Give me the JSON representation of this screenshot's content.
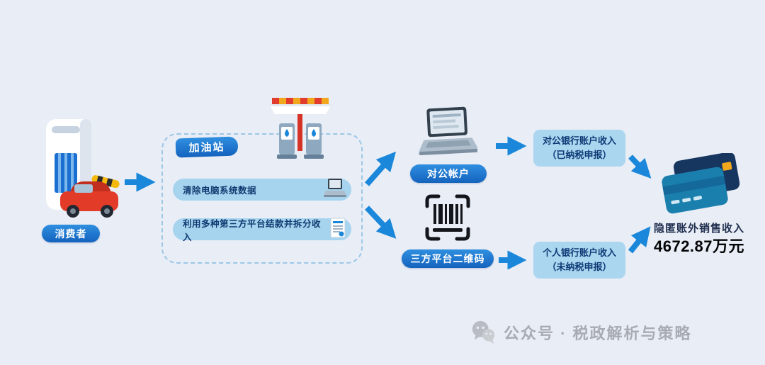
{
  "colors": {
    "background": "#e8edf6",
    "arrow": "#1a87da",
    "pill_dark": "#1b72cc",
    "pill_light": "#a6d4ef",
    "text_navy": "#0f3a70"
  },
  "consumer": {
    "label": "消费者"
  },
  "station": {
    "title": "加油站",
    "steps": [
      {
        "text": "清除电脑系统数据",
        "icon": "laptop-icon"
      },
      {
        "text": "利用多种第三方平台结款并拆分收入",
        "icon": "receipt-icon"
      }
    ]
  },
  "corporate": {
    "label": "对公帐户",
    "result_line1": "对公银行账户收入",
    "result_line2": "（已纳税申报）"
  },
  "personal": {
    "label": "三方平台二维码",
    "result_line1": "个人银行账户收入",
    "result_line2": "（未纳税申报）"
  },
  "summary": {
    "title": "隐匿账外销售收入",
    "amount": "4672.87万元"
  },
  "watermark": {
    "text": "公众号 · 税政解析与策略"
  }
}
